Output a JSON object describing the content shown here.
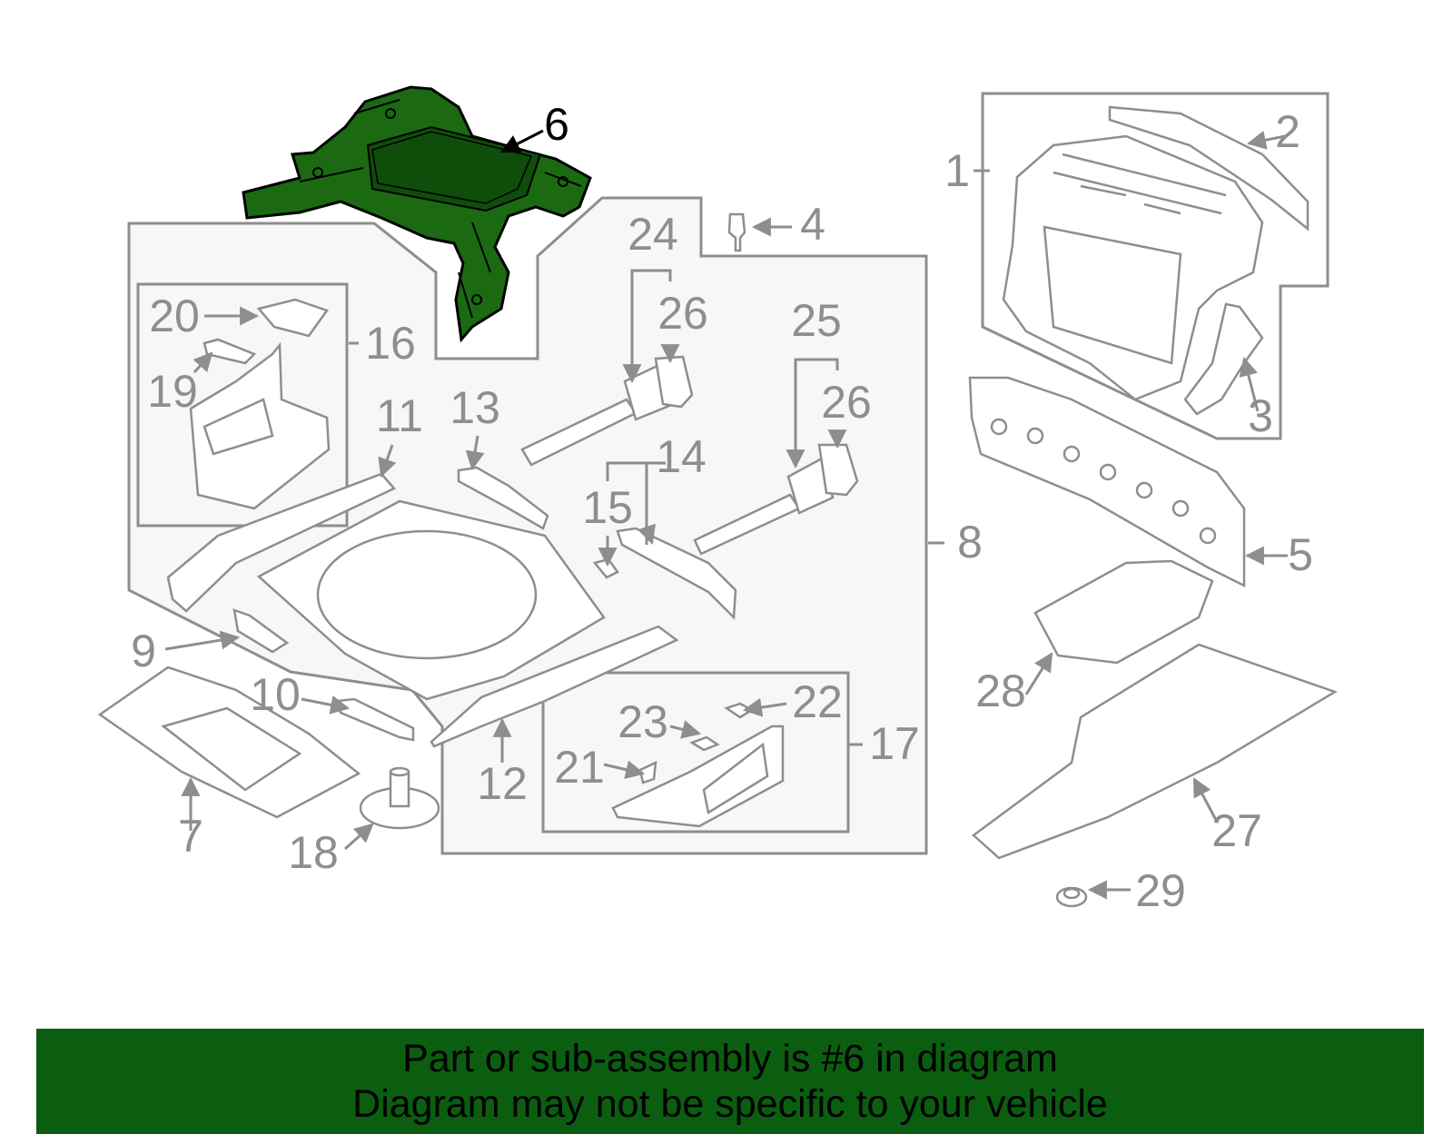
{
  "diagram": {
    "highlight_part": "6",
    "colors": {
      "highlight_fill": "#1b6a12",
      "line": "#8e8e8e",
      "panel_fill": "#f7f7f7",
      "banner_bg": "#0b5e10",
      "banner_text": "#000000"
    },
    "callouts": {
      "c1": "1",
      "c2": "2",
      "c3": "3",
      "c4": "4",
      "c5": "5",
      "c6": "6",
      "c7": "7",
      "c8": "8",
      "c9": "9",
      "c10": "10",
      "c11": "11",
      "c12": "12",
      "c13": "13",
      "c14": "14",
      "c15": "15",
      "c16": "16",
      "c17": "17",
      "c18": "18",
      "c19": "19",
      "c20": "20",
      "c21": "21",
      "c22": "22",
      "c23": "23",
      "c24": "24",
      "c25": "25",
      "c26a": "26",
      "c26b": "26",
      "c27": "27",
      "c28": "28",
      "c29": "29"
    }
  },
  "banner": {
    "line1": "Part or sub-assembly is #6 in diagram",
    "line2": "Diagram may not be specific to your vehicle"
  }
}
